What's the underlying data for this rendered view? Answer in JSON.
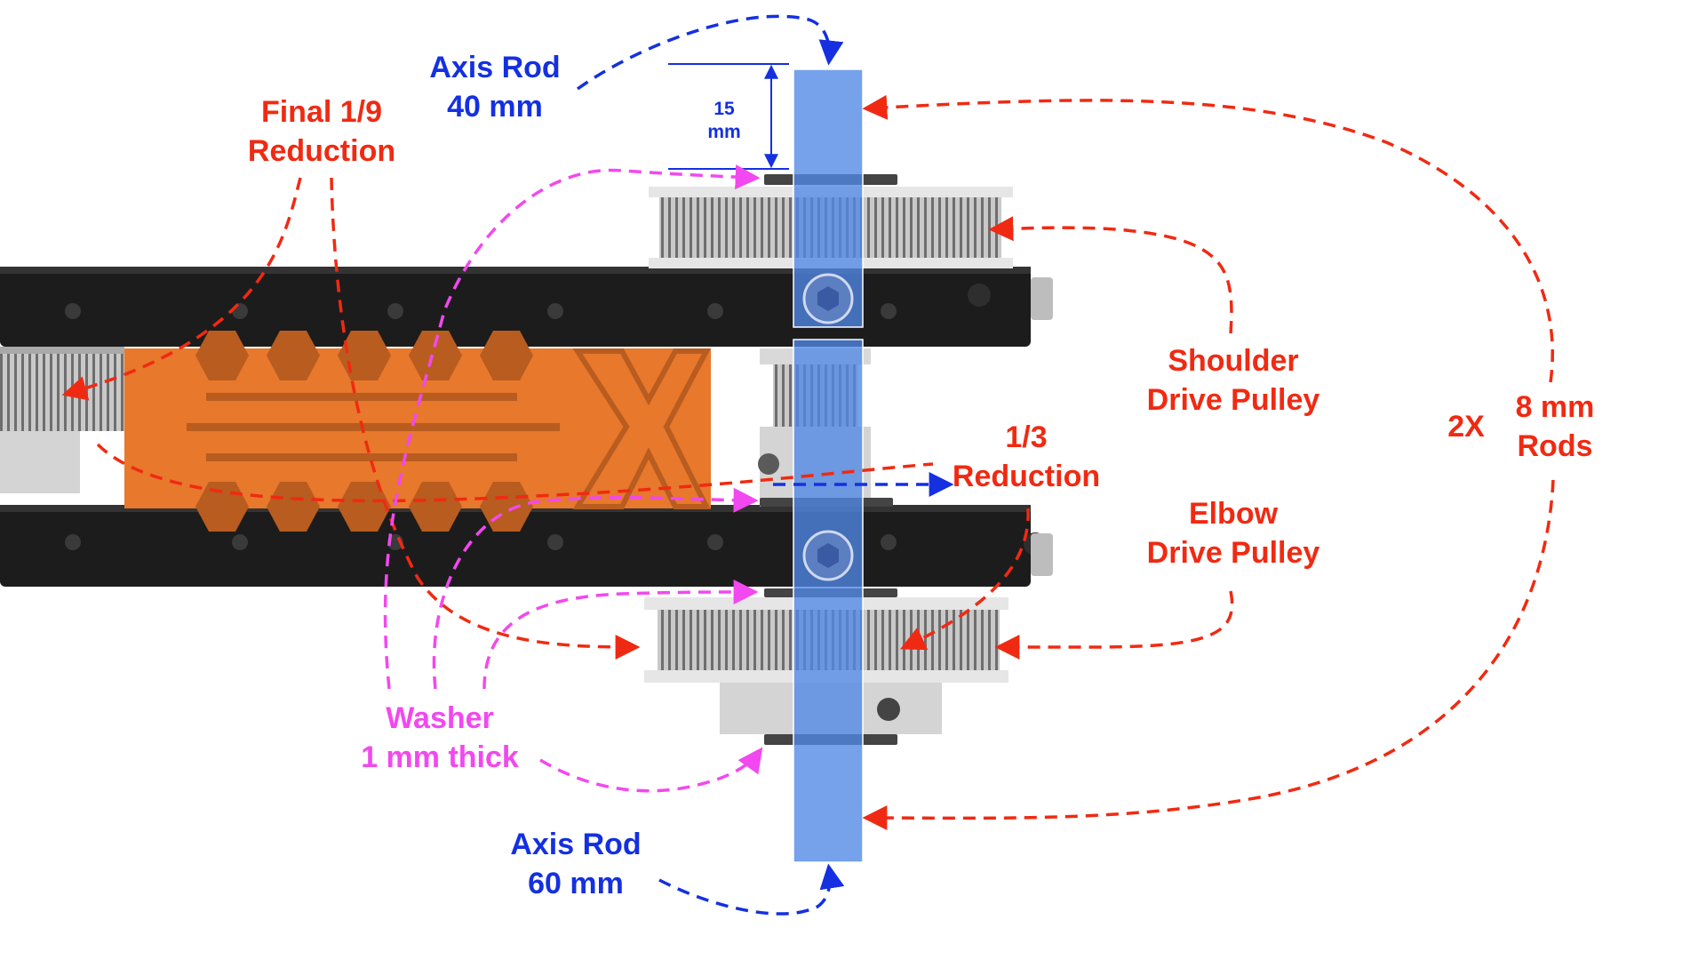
{
  "labels": {
    "axis_rod_top": {
      "line1": "Axis Rod",
      "line2": "40 mm"
    },
    "final_reduction": {
      "line1": "Final 1/9",
      "line2": "Reduction"
    },
    "dimension": {
      "line1": "15",
      "line2": "mm"
    },
    "shoulder_pulley": {
      "line1": "Shoulder",
      "line2": "Drive Pulley"
    },
    "rods_count": "2X",
    "rods": {
      "line1": "8 mm",
      "line2": "Rods"
    },
    "third_reduction": {
      "line1": "1/3",
      "line2": "Reduction"
    },
    "elbow_pulley": {
      "line1": "Elbow",
      "line2": "Drive Pulley"
    },
    "washer": {
      "line1": "Washer",
      "line2": "1 mm thick"
    },
    "axis_rod_bottom": {
      "line1": "Axis Rod",
      "line2": "60 mm"
    }
  },
  "colors": {
    "blue_annotation": "#1430e0",
    "red_annotation": "#f02a12",
    "pink_annotation": "#f248ef",
    "arm_black": "#1c1c1c",
    "orange_part": "#e7782c",
    "rod_blue": "#4f86e6",
    "pulley_silver": "#bdbdbd"
  }
}
